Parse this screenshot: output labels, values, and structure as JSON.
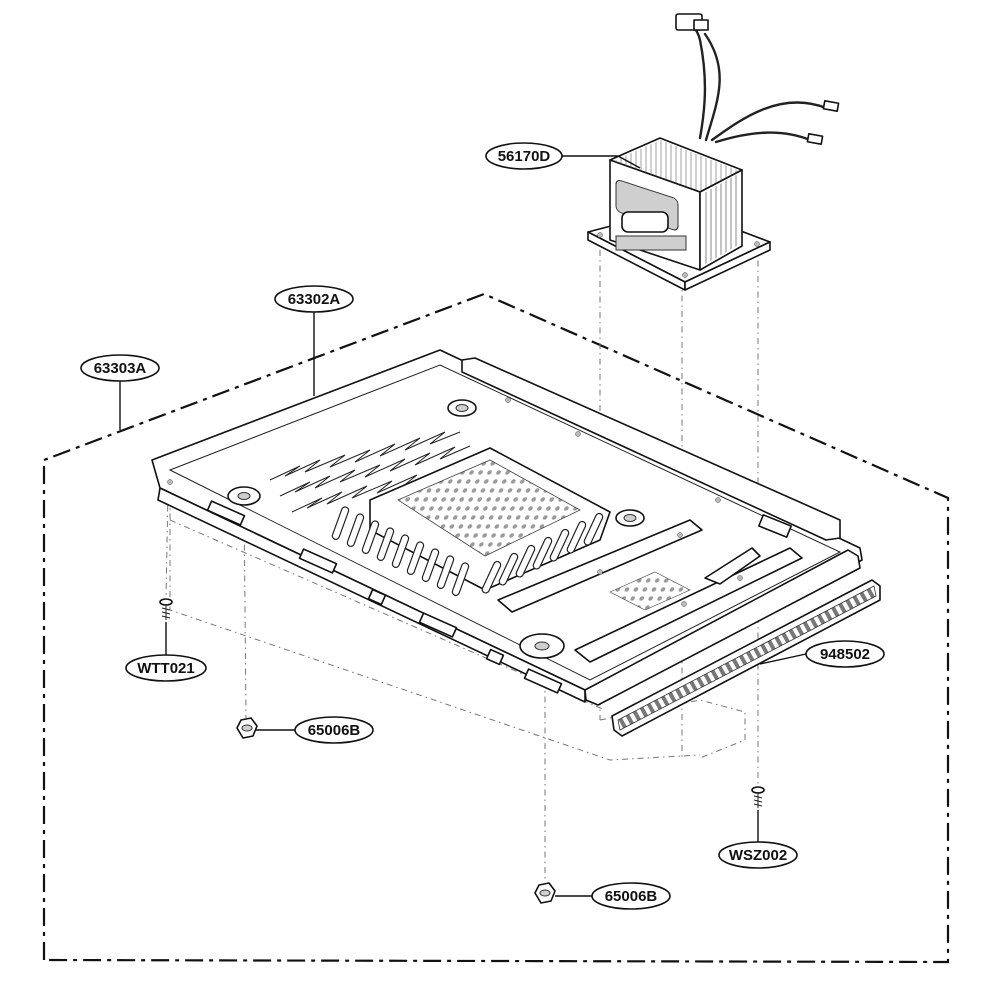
{
  "diagram": {
    "callouts": [
      {
        "id": "transformer",
        "label": "56170D"
      },
      {
        "id": "base-plate",
        "label": "63302A"
      },
      {
        "id": "cabinet-assembly",
        "label": "63303A"
      },
      {
        "id": "screw-left",
        "label": "WTT021"
      },
      {
        "id": "foot-left",
        "label": "65006B"
      },
      {
        "id": "foot-right",
        "label": "65006B"
      },
      {
        "id": "gasket-strip",
        "label": "948502"
      },
      {
        "id": "screw-right",
        "label": "WSZ002"
      }
    ]
  }
}
